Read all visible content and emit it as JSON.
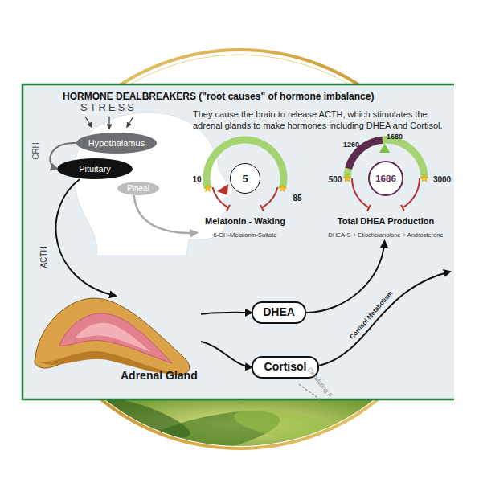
{
  "diagram": {
    "title": "HORMONE DEALBREAKERS (\"root causes\" of hormone imbalance)",
    "nodes": [
      {
        "text": [
          "Hypothalamus"
        ]
      },
      {
        "text": [
          "Pituitary"
        ]
      },
      {
        "text": [
          "Pineal"
        ]
      },
      {
        "text": [
          "5",
          "Melatonin - Waking",
          "6-OH-Melatonin-Sulfate"
        ]
      },
      {
        "text": [
          "1686",
          "Total DHEA Production",
          "DHEA-S + Etiocholanolone + Androsterone"
        ]
      },
      {
        "text": [
          "Adrenal Gland"
        ]
      },
      {
        "text": [
          "DHEA"
        ]
      },
      {
        "text": [
          "Cortisol"
        ]
      }
    ],
    "edges": [
      {
        "from": 0,
        "to": 1,
        "arrow": "to",
        "label": "CRH"
      },
      {
        "from": 1,
        "to": 5,
        "arrow": "to",
        "label": "ACTH"
      },
      {
        "from": 2,
        "to": 3,
        "arrow": "to"
      },
      {
        "from": 5,
        "to": 6,
        "arrow": "to"
      },
      {
        "from": 5,
        "to": 7,
        "arrow": "to"
      },
      {
        "from": 6,
        "to": 4,
        "arrow": "to"
      }
    ],
    "labels": [
      "STRESS",
      "They cause the brain to release ACTH, which stimulates the adrenal glands to make hormones including DHEA and Cortisol.",
      "10",
      "85",
      "1260",
      "1680",
      "500",
      "3000",
      "Cortisol Metabolism",
      "Circulating F"
    ]
  }
}
